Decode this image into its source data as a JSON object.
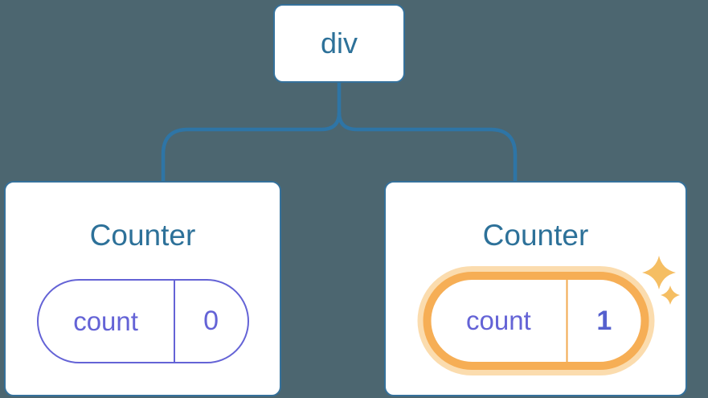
{
  "diagram": {
    "type": "react-component-tree",
    "background_color": "#4C6670",
    "root": {
      "label": "div"
    },
    "children": [
      {
        "title": "Counter",
        "state_name": "count",
        "state_value": "0",
        "highlighted": false
      },
      {
        "title": "Counter",
        "state_name": "count",
        "state_value": "1",
        "highlighted": true,
        "decoration": "sparkles-icon"
      }
    ],
    "colors": {
      "background": "#4C6670",
      "card_background": "#FFFFFF",
      "card_border_blue": "#35719B",
      "connector_blue": "#2E75A6",
      "title_text_blue": "#2D7199",
      "state_purple": "#6463D6",
      "state_value_bold_purple": "#5560CE",
      "highlight_orange": "#F6AE55",
      "highlight_halo": "#FBDCAE",
      "sparkle_orange": "#F5BE63"
    }
  }
}
